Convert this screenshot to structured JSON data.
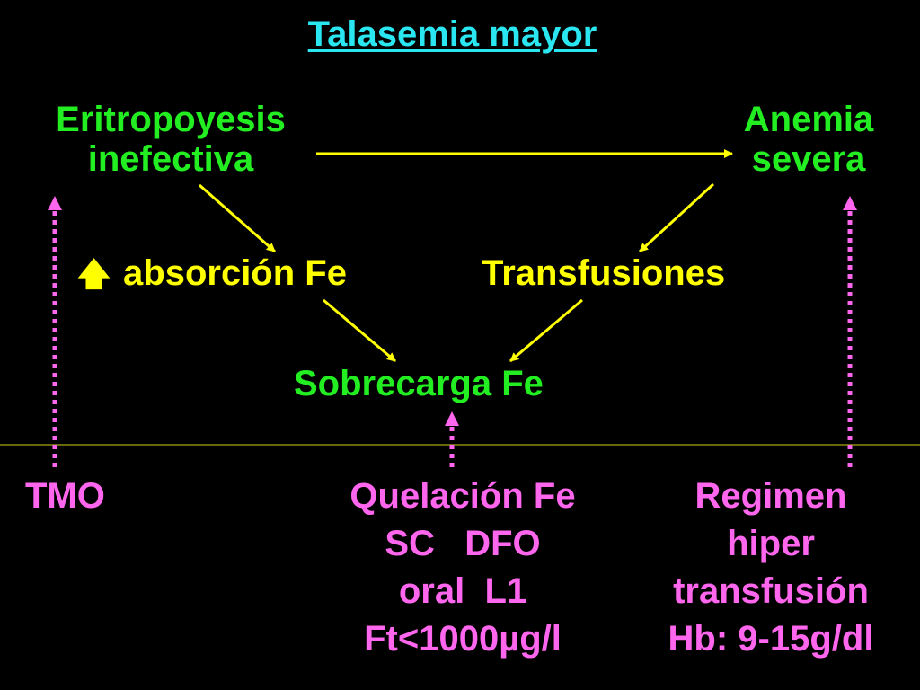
{
  "title": "Talasemia mayor",
  "nodes": {
    "eritropoyesis": [
      "Eritropoyesis",
      "inefectiva"
    ],
    "anemia": [
      "Anemia",
      "severa"
    ],
    "absorcion_symbol": "🡅",
    "absorcion": "absorción Fe",
    "transfusiones": "Transfusiones",
    "sobrecarga": "Sobrecarga Fe"
  },
  "treatments": {
    "tmo": "TMO",
    "quelacion": [
      "Quelación Fe",
      "SC   DFO",
      "oral  L1",
      "Ft<1000µg/l"
    ],
    "regimen": [
      "Regimen",
      "hiper",
      "transfusión",
      "Hb: 9-15g/dl"
    ]
  },
  "colors": {
    "title": "#29e6f0",
    "nodes": "#22ee22",
    "secondary": "#ffff00",
    "treatment": "#ff66ee",
    "divider": "#8a8a10",
    "background": "#000000"
  }
}
